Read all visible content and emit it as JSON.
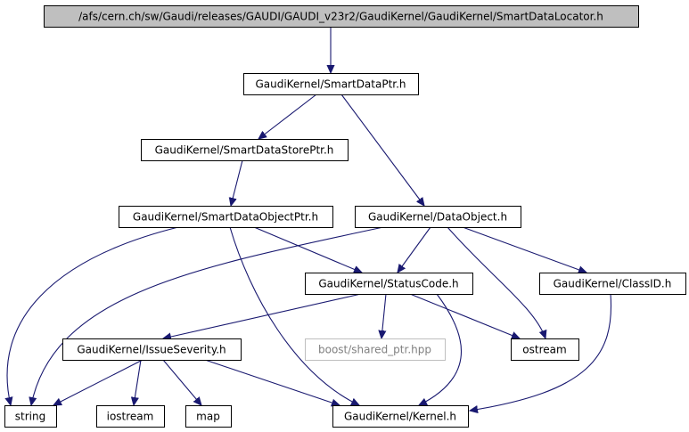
{
  "graph": {
    "edge_color": "#191970",
    "root_fill": "#bfbfbf",
    "missing_node_stroke": "#bfbfbf",
    "nodes": {
      "root": {
        "label": "/afs/cern.ch/sw/Gaudi/releases/GAUDI/GAUDI_v23r2/GaudiKernel/GaudiKernel/SmartDataLocator.h",
        "kind": "root"
      },
      "smartdataptr": {
        "label": "GaudiKernel/SmartDataPtr.h",
        "kind": "normal"
      },
      "smartdatastoreptr": {
        "label": "GaudiKernel/SmartDataStorePtr.h",
        "kind": "normal"
      },
      "smartdataobjectptr": {
        "label": "GaudiKernel/SmartDataObjectPtr.h",
        "kind": "normal"
      },
      "dataobject": {
        "label": "GaudiKernel/DataObject.h",
        "kind": "normal"
      },
      "statuscode": {
        "label": "GaudiKernel/StatusCode.h",
        "kind": "normal"
      },
      "classid": {
        "label": "GaudiKernel/ClassID.h",
        "kind": "normal"
      },
      "issueseverity": {
        "label": "GaudiKernel/IssueSeverity.h",
        "kind": "normal"
      },
      "boost_shared_ptr": {
        "label": "boost/shared_ptr.hpp",
        "kind": "missing"
      },
      "ostream": {
        "label": "ostream",
        "kind": "normal"
      },
      "string": {
        "label": "string",
        "kind": "normal"
      },
      "iostream": {
        "label": "iostream",
        "kind": "normal"
      },
      "map": {
        "label": "map",
        "kind": "normal"
      },
      "kernel": {
        "label": "GaudiKernel/Kernel.h",
        "kind": "normal"
      }
    },
    "edges": [
      {
        "from": "root",
        "to": "smartdataptr"
      },
      {
        "from": "smartdataptr",
        "to": "smartdatastoreptr"
      },
      {
        "from": "smartdataptr",
        "to": "dataobject"
      },
      {
        "from": "smartdatastoreptr",
        "to": "smartdataobjectptr"
      },
      {
        "from": "smartdataobjectptr",
        "to": "statuscode"
      },
      {
        "from": "smartdataobjectptr",
        "to": "string"
      },
      {
        "from": "smartdataobjectptr",
        "to": "kernel"
      },
      {
        "from": "dataobject",
        "to": "statuscode"
      },
      {
        "from": "dataobject",
        "to": "classid"
      },
      {
        "from": "dataobject",
        "to": "ostream"
      },
      {
        "from": "dataobject",
        "to": "string"
      },
      {
        "from": "statuscode",
        "to": "issueseverity"
      },
      {
        "from": "statuscode",
        "to": "boost_shared_ptr"
      },
      {
        "from": "statuscode",
        "to": "ostream"
      },
      {
        "from": "statuscode",
        "to": "kernel"
      },
      {
        "from": "classid",
        "to": "kernel"
      },
      {
        "from": "issueseverity",
        "to": "string"
      },
      {
        "from": "issueseverity",
        "to": "iostream"
      },
      {
        "from": "issueseverity",
        "to": "map"
      },
      {
        "from": "issueseverity",
        "to": "kernel"
      }
    ]
  }
}
